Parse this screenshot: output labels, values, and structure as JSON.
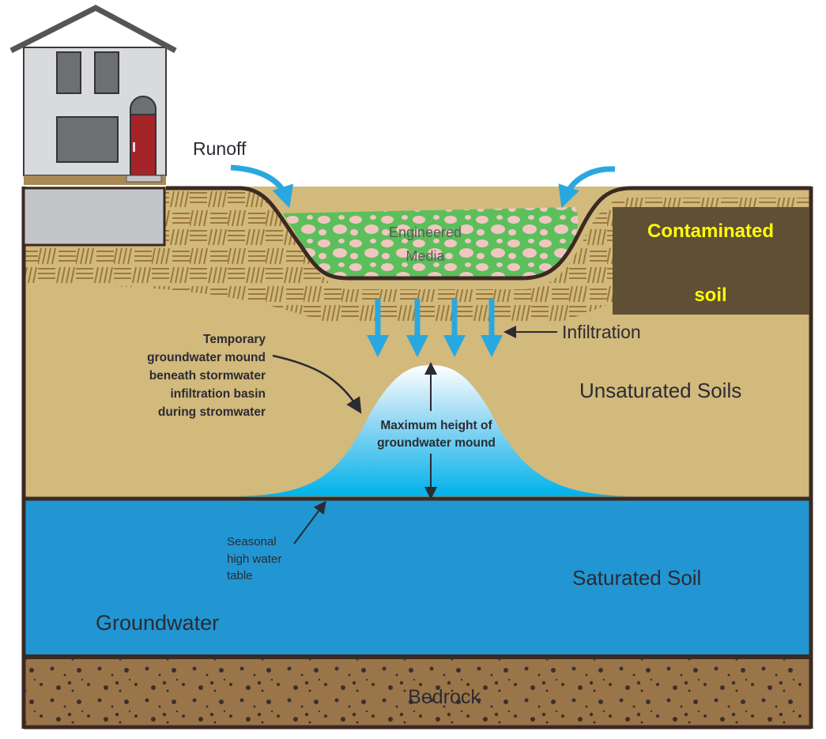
{
  "labels": {
    "runoff": "Runoff",
    "engineered_media": [
      "Engineered",
      "Media"
    ],
    "contaminated_soil": [
      "Contaminated",
      "soil"
    ],
    "infiltration": "Infiltration",
    "temporary_mound": [
      "Temporary",
      "groundwater mound",
      "beneath stormwater",
      "infiltration basin",
      "during stromwater"
    ],
    "max_height": [
      "Maximum height of",
      "groundwater mound"
    ],
    "unsaturated_soils": "Unsaturated Soils",
    "seasonal_table": [
      "Seasonal",
      "high water",
      "table"
    ],
    "saturated_soil": "Saturated Soil",
    "groundwater": "Groundwater",
    "bedrock": "Bedrock"
  },
  "colors": {
    "soil": "#d2b97c",
    "hatch": "#9a7a3c",
    "water": "#2196d3",
    "mound": "#00b2ea",
    "bedrock": "#9a7549",
    "outline": "#3b2a22",
    "media_green": "#5cbf5c",
    "media_pink": "#f2c6c0",
    "arrow_blue": "#29a8e0",
    "contaminated_box": "#5e4f35",
    "contaminated_text": "#ffff00",
    "door": "#a4242a"
  }
}
